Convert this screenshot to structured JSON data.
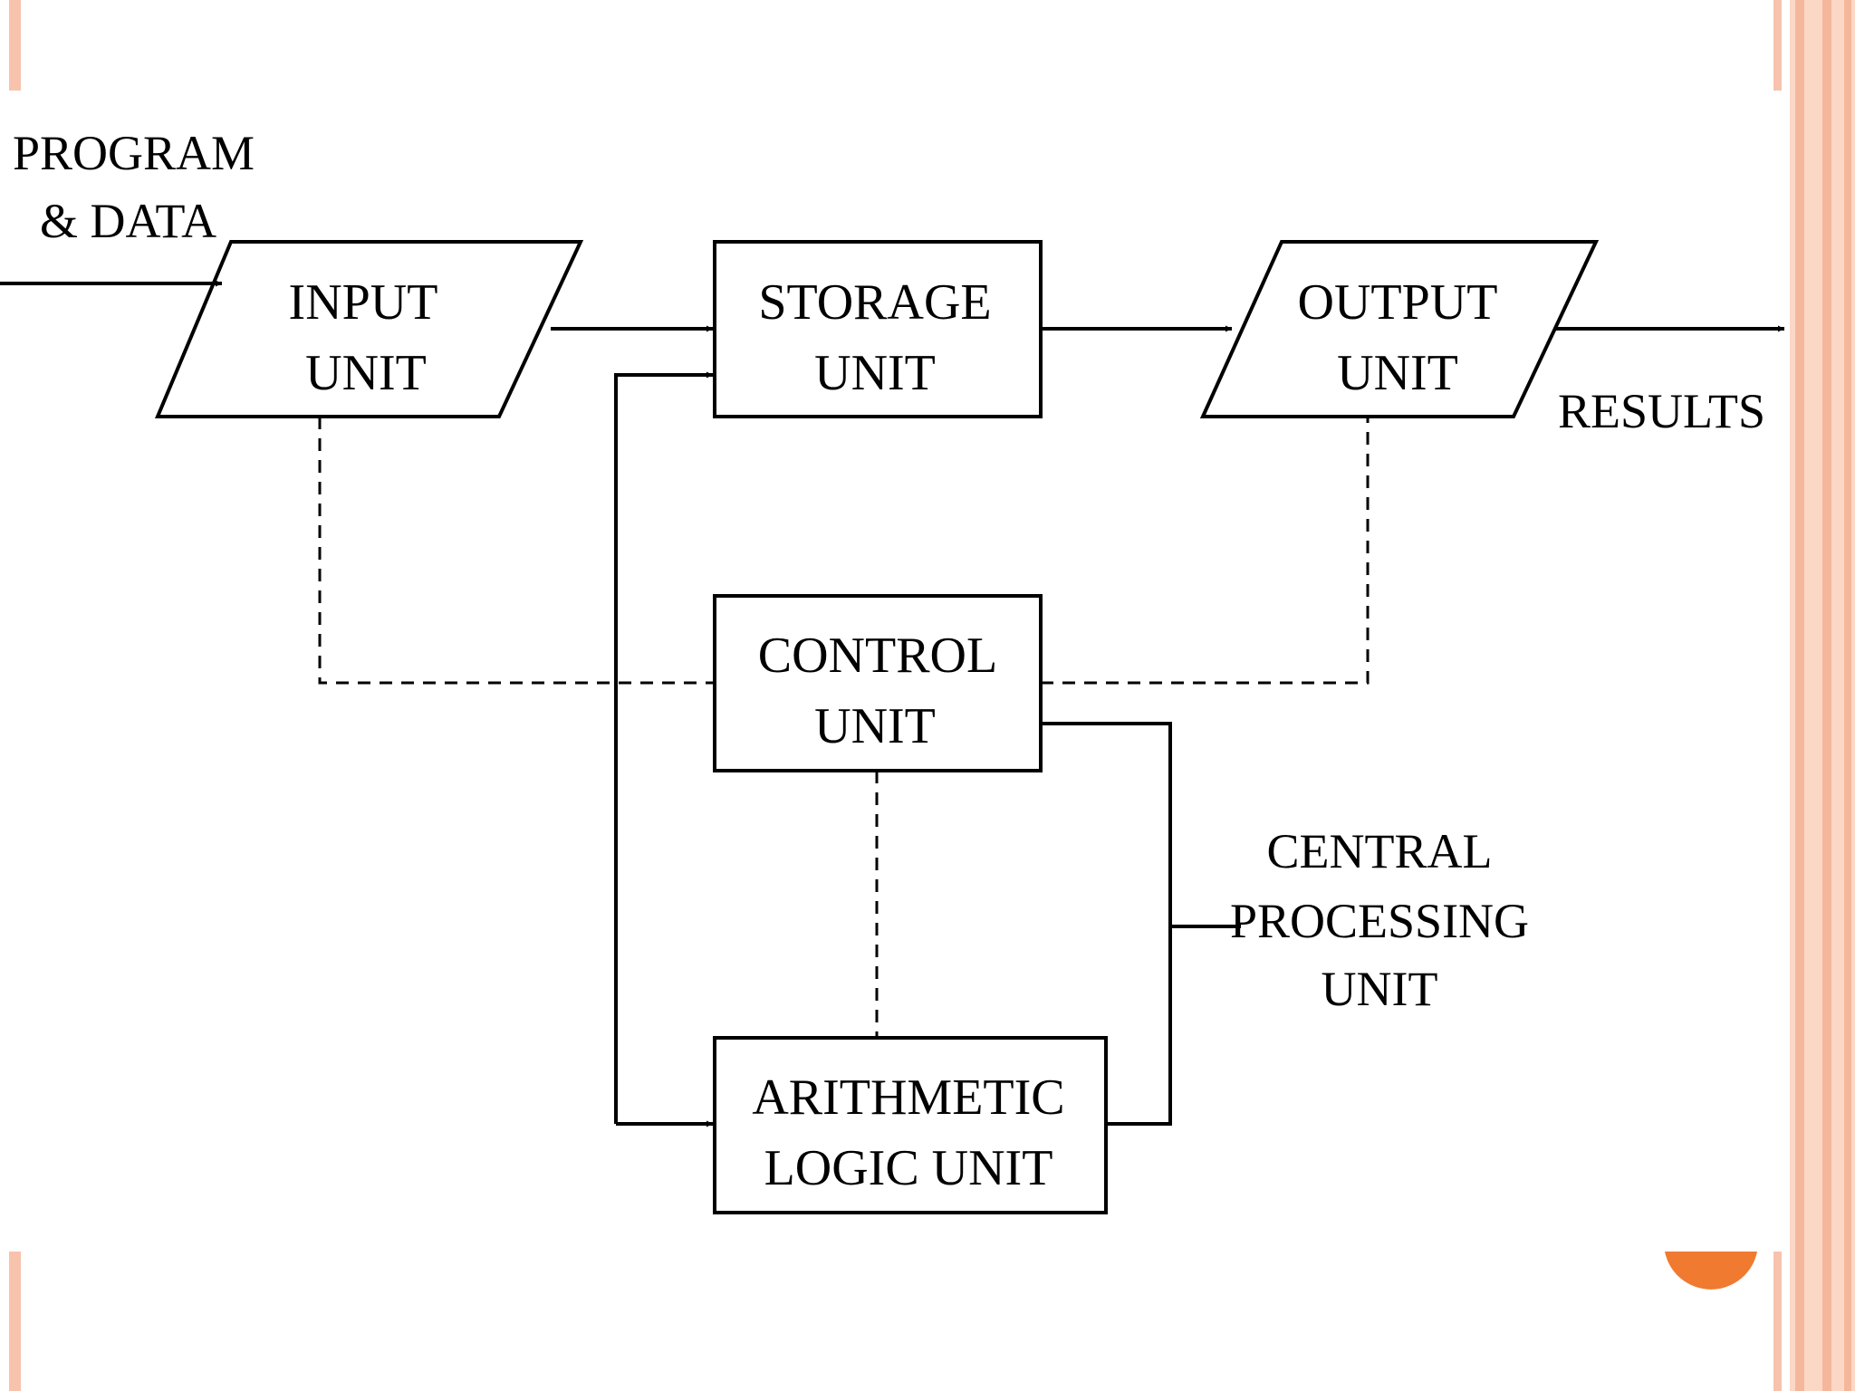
{
  "slide": {
    "accent_colors": {
      "peach_stripe": "#f7c3ad",
      "peach_pale": "#fbd7c6",
      "orange_circle": "#f07a30"
    }
  },
  "diagram": {
    "input_label": [
      "PROGRAM",
      "& DATA"
    ],
    "output_label": "RESULTS",
    "input_unit": [
      "INPUT",
      "UNIT"
    ],
    "storage_unit": [
      "STORAGE",
      "UNIT"
    ],
    "output_unit": [
      "OUTPUT",
      "UNIT"
    ],
    "control_unit": [
      "CONTROL",
      "UNIT"
    ],
    "alu": [
      "ARITHMETIC",
      "LOGIC UNIT"
    ],
    "cpu_label": [
      "CENTRAL",
      "PROCESSING",
      "UNIT"
    ]
  }
}
